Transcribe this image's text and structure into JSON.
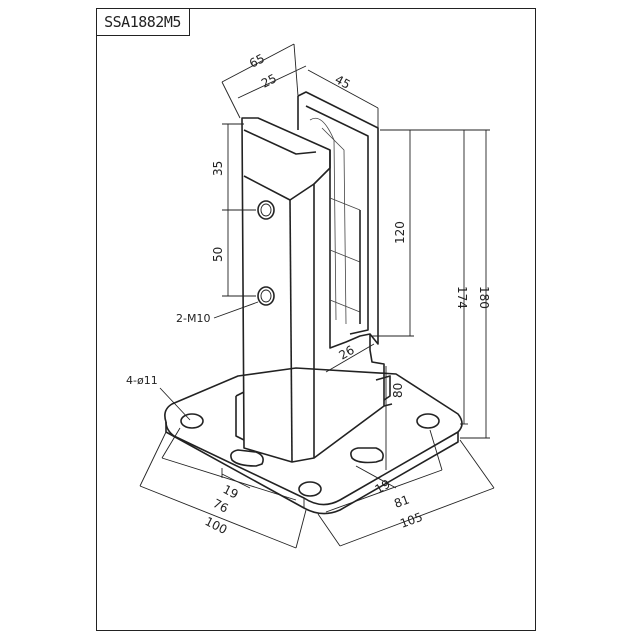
{
  "title": "SSA1882M5",
  "labels": {
    "hole_spec": "2-M10",
    "base_holes": "4-ø11"
  },
  "dimensions": {
    "d65": "65",
    "d25": "25",
    "d45": "45",
    "d35": "35",
    "d50": "50",
    "d120": "120",
    "d174": "174",
    "d180": "180",
    "d26": "26",
    "d80": "80",
    "d19_left": "19",
    "d19_right": "19",
    "d76": "76",
    "d100": "100",
    "d81": "81",
    "d105": "105"
  }
}
